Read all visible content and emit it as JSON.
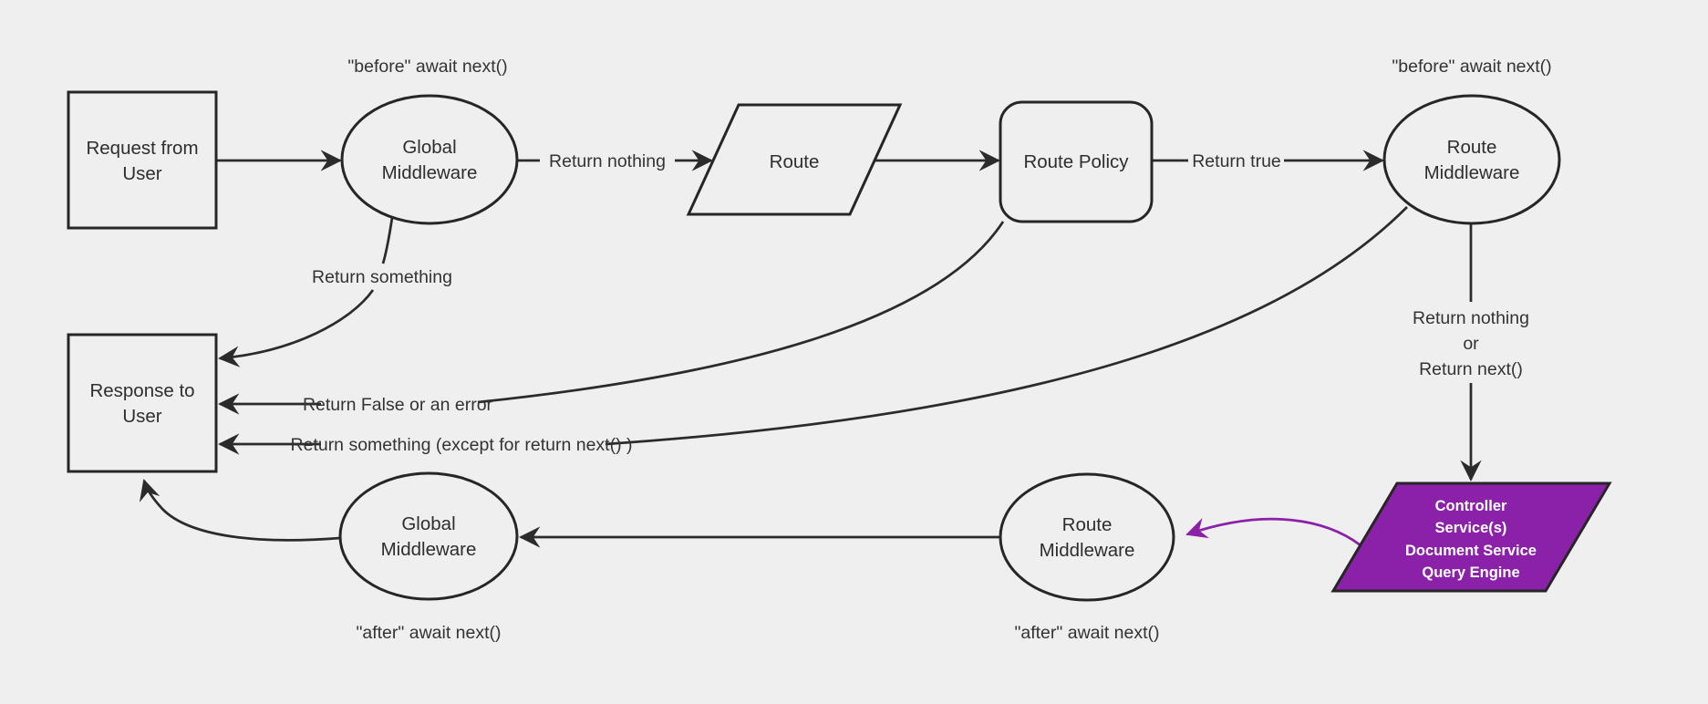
{
  "colors": {
    "background": "#efefef",
    "edge_stroke": "#2b2b2b",
    "node_border": "#262626",
    "text": "#333333",
    "node_text": "#2e2e2e",
    "purple_fill": "#8b21a8",
    "purple_edge": "#8b21a8",
    "purple_text": "#ffffff"
  },
  "nodes": {
    "request_from_user": {
      "shape": "rectangle",
      "lines": [
        "Request from",
        "User"
      ]
    },
    "global_middleware_top": {
      "shape": "ellipse",
      "lines": [
        "Global",
        "Middleware"
      ]
    },
    "route": {
      "shape": "parallelogram",
      "lines": [
        "Route"
      ]
    },
    "route_policy": {
      "shape": "rounded-rectangle",
      "lines": [
        "Route Policy"
      ]
    },
    "route_middleware_top": {
      "shape": "ellipse",
      "lines": [
        "Route",
        "Middleware"
      ]
    },
    "controller_services": {
      "shape": "parallelogram",
      "fill": "#8b21a8",
      "lines": [
        "Controller",
        "Service(s)",
        "Document Service",
        "Query Engine"
      ]
    },
    "route_middleware_bottom": {
      "shape": "ellipse",
      "lines": [
        "Route",
        "Middleware"
      ]
    },
    "global_middleware_bottom": {
      "shape": "ellipse",
      "lines": [
        "Global",
        "Middleware"
      ]
    },
    "response_to_user": {
      "shape": "rectangle",
      "lines": [
        "Response to",
        "User"
      ]
    }
  },
  "edge_labels": {
    "before_await_next_left": "\"before\" await next()",
    "before_await_next_right": "\"before\" await next()",
    "return_nothing_top": "Return nothing",
    "return_true": "Return true",
    "return_something": "Return something",
    "return_false_or_error": "Return False or an error",
    "return_something_except": "Return something (except for return next() )",
    "return_nothing_or": {
      "line1": "Return nothing",
      "line2": "or",
      "line3": "Return next()"
    },
    "after_await_next_left": "\"after\" await next()",
    "after_await_next_right": "\"after\" await next()"
  }
}
